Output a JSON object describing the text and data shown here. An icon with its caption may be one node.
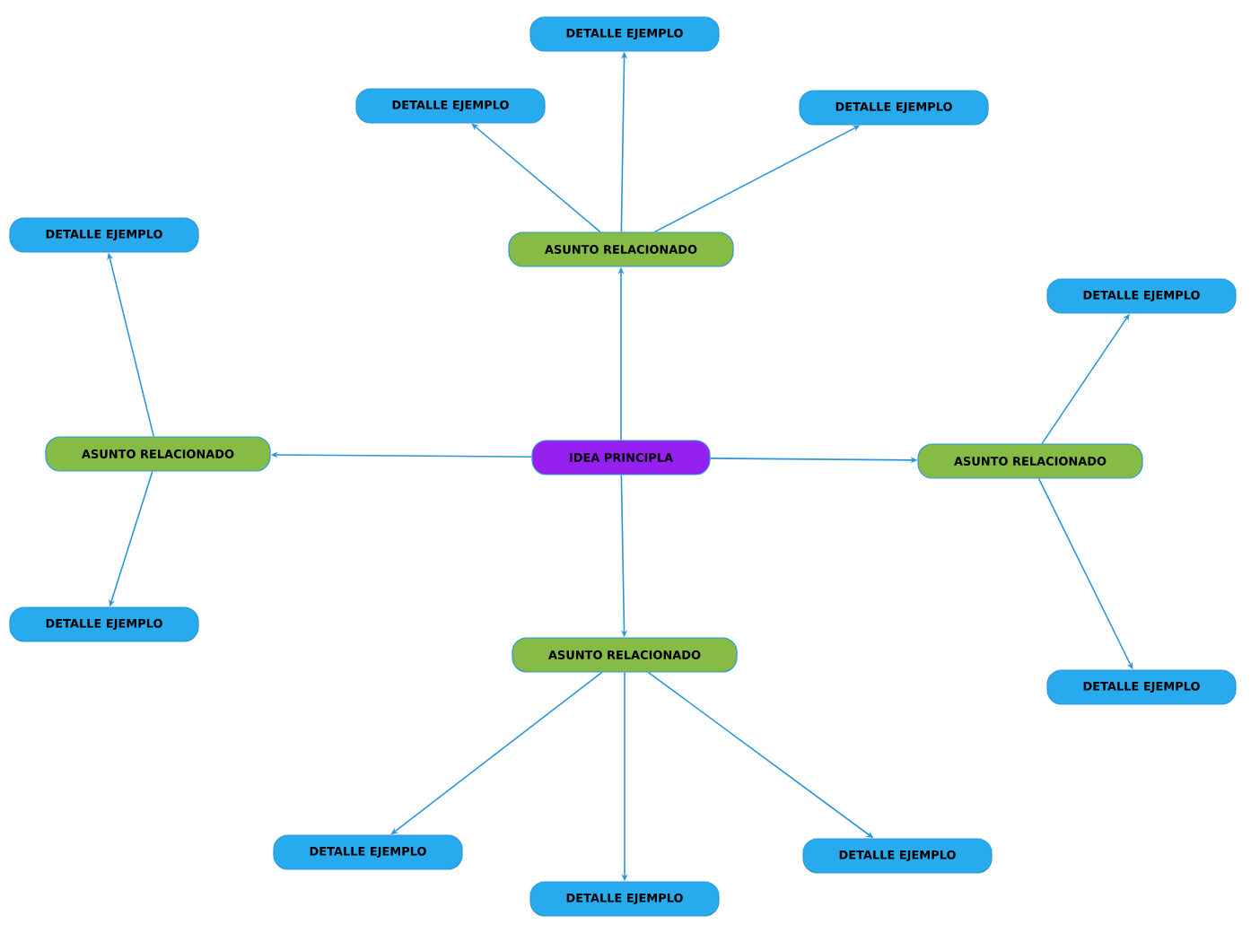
{
  "diagram": {
    "nodes": [
      {
        "text": [
          "IDEA PRINCIPLA"
        ]
      },
      {
        "text": [
          "ASUNTO RELACIONADO"
        ]
      },
      {
        "text": [
          "DETALLE EJEMPLO"
        ]
      },
      {
        "text": [
          "DETALLE EJEMPLO"
        ]
      },
      {
        "text": [
          "DETALLE EJEMPLO"
        ]
      },
      {
        "text": [
          "ASUNTO RELACIONADO"
        ]
      },
      {
        "text": [
          "DETALLE EJEMPLO"
        ]
      },
      {
        "text": [
          "DETALLE EJEMPLO"
        ]
      },
      {
        "text": [
          "ASUNTO RELACIONADO"
        ]
      },
      {
        "text": [
          "DETALLE EJEMPLO"
        ]
      },
      {
        "text": [
          "DETALLE EJEMPLO"
        ]
      },
      {
        "text": [
          "ASUNTO RELACIONADO"
        ]
      },
      {
        "text": [
          "DETALLE EJEMPLO"
        ]
      },
      {
        "text": [
          "DETALLE EJEMPLO"
        ]
      },
      {
        "text": [
          "DETALLE EJEMPLO"
        ]
      }
    ],
    "edges": [
      {
        "from": 0,
        "to": 1,
        "arrow": "to"
      },
      {
        "from": 0,
        "to": 5,
        "arrow": "to"
      },
      {
        "from": 0,
        "to": 8,
        "arrow": "to"
      },
      {
        "from": 0,
        "to": 11,
        "arrow": "to"
      },
      {
        "from": 1,
        "to": 2,
        "arrow": "to"
      },
      {
        "from": 1,
        "to": 3,
        "arrow": "to"
      },
      {
        "from": 1,
        "to": 4,
        "arrow": "to"
      },
      {
        "from": 5,
        "to": 6,
        "arrow": "to"
      },
      {
        "from": 5,
        "to": 7,
        "arrow": "to"
      },
      {
        "from": 8,
        "to": 9,
        "arrow": "to"
      },
      {
        "from": 8,
        "to": 10,
        "arrow": "to"
      },
      {
        "from": 11,
        "to": 12,
        "arrow": "to"
      },
      {
        "from": 11,
        "to": 13,
        "arrow": "to"
      },
      {
        "from": 11,
        "to": 14,
        "arrow": "to"
      }
    ]
  }
}
